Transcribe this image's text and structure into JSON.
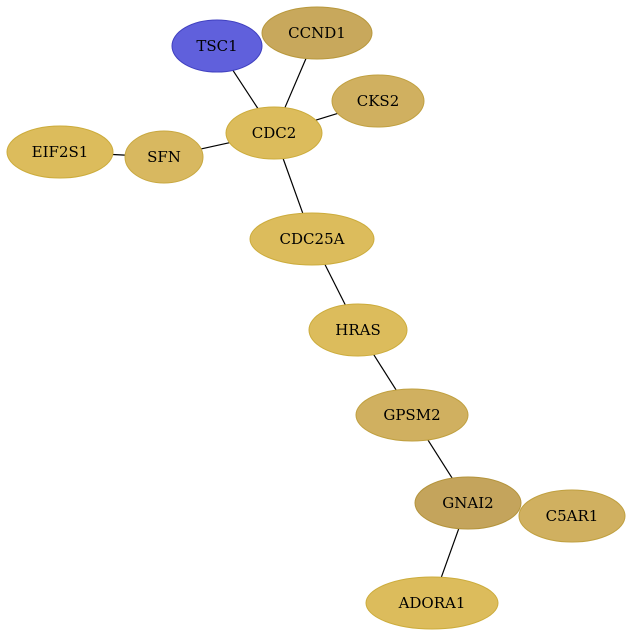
{
  "nodes": [
    {
      "id": "TSC1",
      "label": "TSC1",
      "fill": "#6060dc",
      "stroke": "#4040c0"
    },
    {
      "id": "CCND1",
      "label": "CCND1",
      "fill": "#c8a85c",
      "stroke": "#b8983c"
    },
    {
      "id": "CKS2",
      "label": "CKS2",
      "fill": "#d0b060",
      "stroke": "#c0a040"
    },
    {
      "id": "CDC2",
      "label": "CDC2",
      "fill": "#dcbc5c",
      "stroke": "#ccac3c"
    },
    {
      "id": "EIF2S1",
      "label": "EIF2S1",
      "fill": "#dcbc5c",
      "stroke": "#ccac3c"
    },
    {
      "id": "SFN",
      "label": "SFN",
      "fill": "#d8b860",
      "stroke": "#c8a840"
    },
    {
      "id": "CDC25A",
      "label": "CDC25A",
      "fill": "#dcbc5c",
      "stroke": "#ccac3c"
    },
    {
      "id": "HRAS",
      "label": "HRAS",
      "fill": "#dcbc5c",
      "stroke": "#ccac3c"
    },
    {
      "id": "GPSM2",
      "label": "GPSM2",
      "fill": "#d0b060",
      "stroke": "#c0a040"
    },
    {
      "id": "GNAI2",
      "label": "GNAI2",
      "fill": "#c4a45c",
      "stroke": "#b4943c"
    },
    {
      "id": "C5AR1",
      "label": "C5AR1",
      "fill": "#d0b060",
      "stroke": "#c0a040"
    },
    {
      "id": "ADORA1",
      "label": "ADORA1",
      "fill": "#dcbc5c",
      "stroke": "#ccac3c"
    }
  ],
  "edges": [
    {
      "source": "TSC1",
      "target": "CDC2"
    },
    {
      "source": "CCND1",
      "target": "CDC2"
    },
    {
      "source": "CKS2",
      "target": "CDC2"
    },
    {
      "source": "SFN",
      "target": "CDC2"
    },
    {
      "source": "EIF2S1",
      "target": "SFN"
    },
    {
      "source": "CDC2",
      "target": "CDC25A"
    },
    {
      "source": "CDC25A",
      "target": "HRAS"
    },
    {
      "source": "HRAS",
      "target": "GPSM2"
    },
    {
      "source": "GPSM2",
      "target": "GNAI2"
    },
    {
      "source": "GNAI2",
      "target": "ADORA1"
    }
  ]
}
